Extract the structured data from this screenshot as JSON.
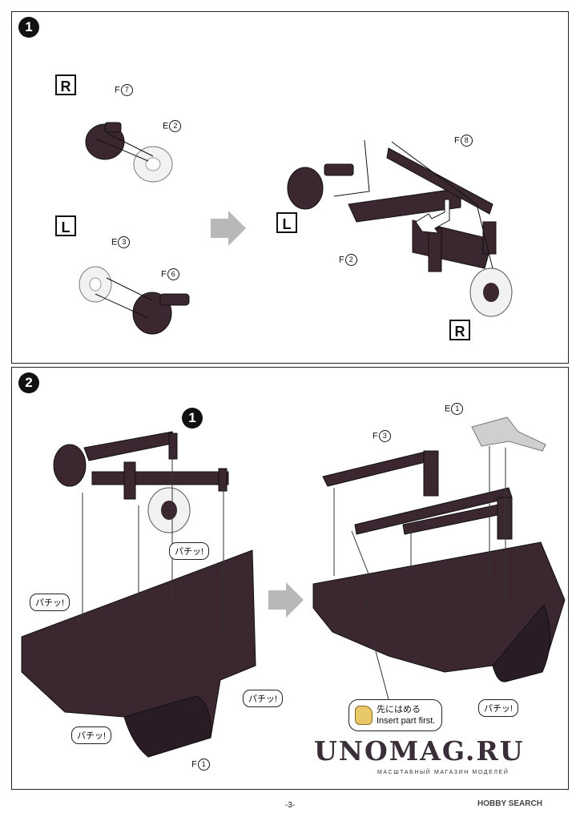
{
  "panels": {
    "step1": {
      "number": "1",
      "side_R": "R",
      "side_L": "L",
      "side_L_assembled": "L",
      "side_R_assembled": "R",
      "parts": {
        "f7": {
          "letter": "F",
          "num": "7"
        },
        "e2": {
          "letter": "E",
          "num": "2"
        },
        "e3": {
          "letter": "E",
          "num": "3"
        },
        "f6": {
          "letter": "F",
          "num": "6"
        },
        "f8": {
          "letter": "F",
          "num": "8"
        },
        "f2": {
          "letter": "F",
          "num": "2"
        }
      }
    },
    "step2": {
      "number": "2",
      "ref_step": "1",
      "parts": {
        "e1": {
          "letter": "E",
          "num": "1"
        },
        "f3": {
          "letter": "F",
          "num": "3"
        },
        "f1": {
          "letter": "F",
          "num": "1"
        }
      },
      "click_label": "パチッ!",
      "note_jp": "先にはめる",
      "note_en": "Insert part first."
    }
  },
  "watermark": {
    "main": "UNOMAG.RU",
    "sub": "МАСШТАБНЫЙ МАГАЗИН МОДЕЛЕЙ"
  },
  "footer": {
    "page": "-3-",
    "brand": "HOBBY SEARCH"
  }
}
